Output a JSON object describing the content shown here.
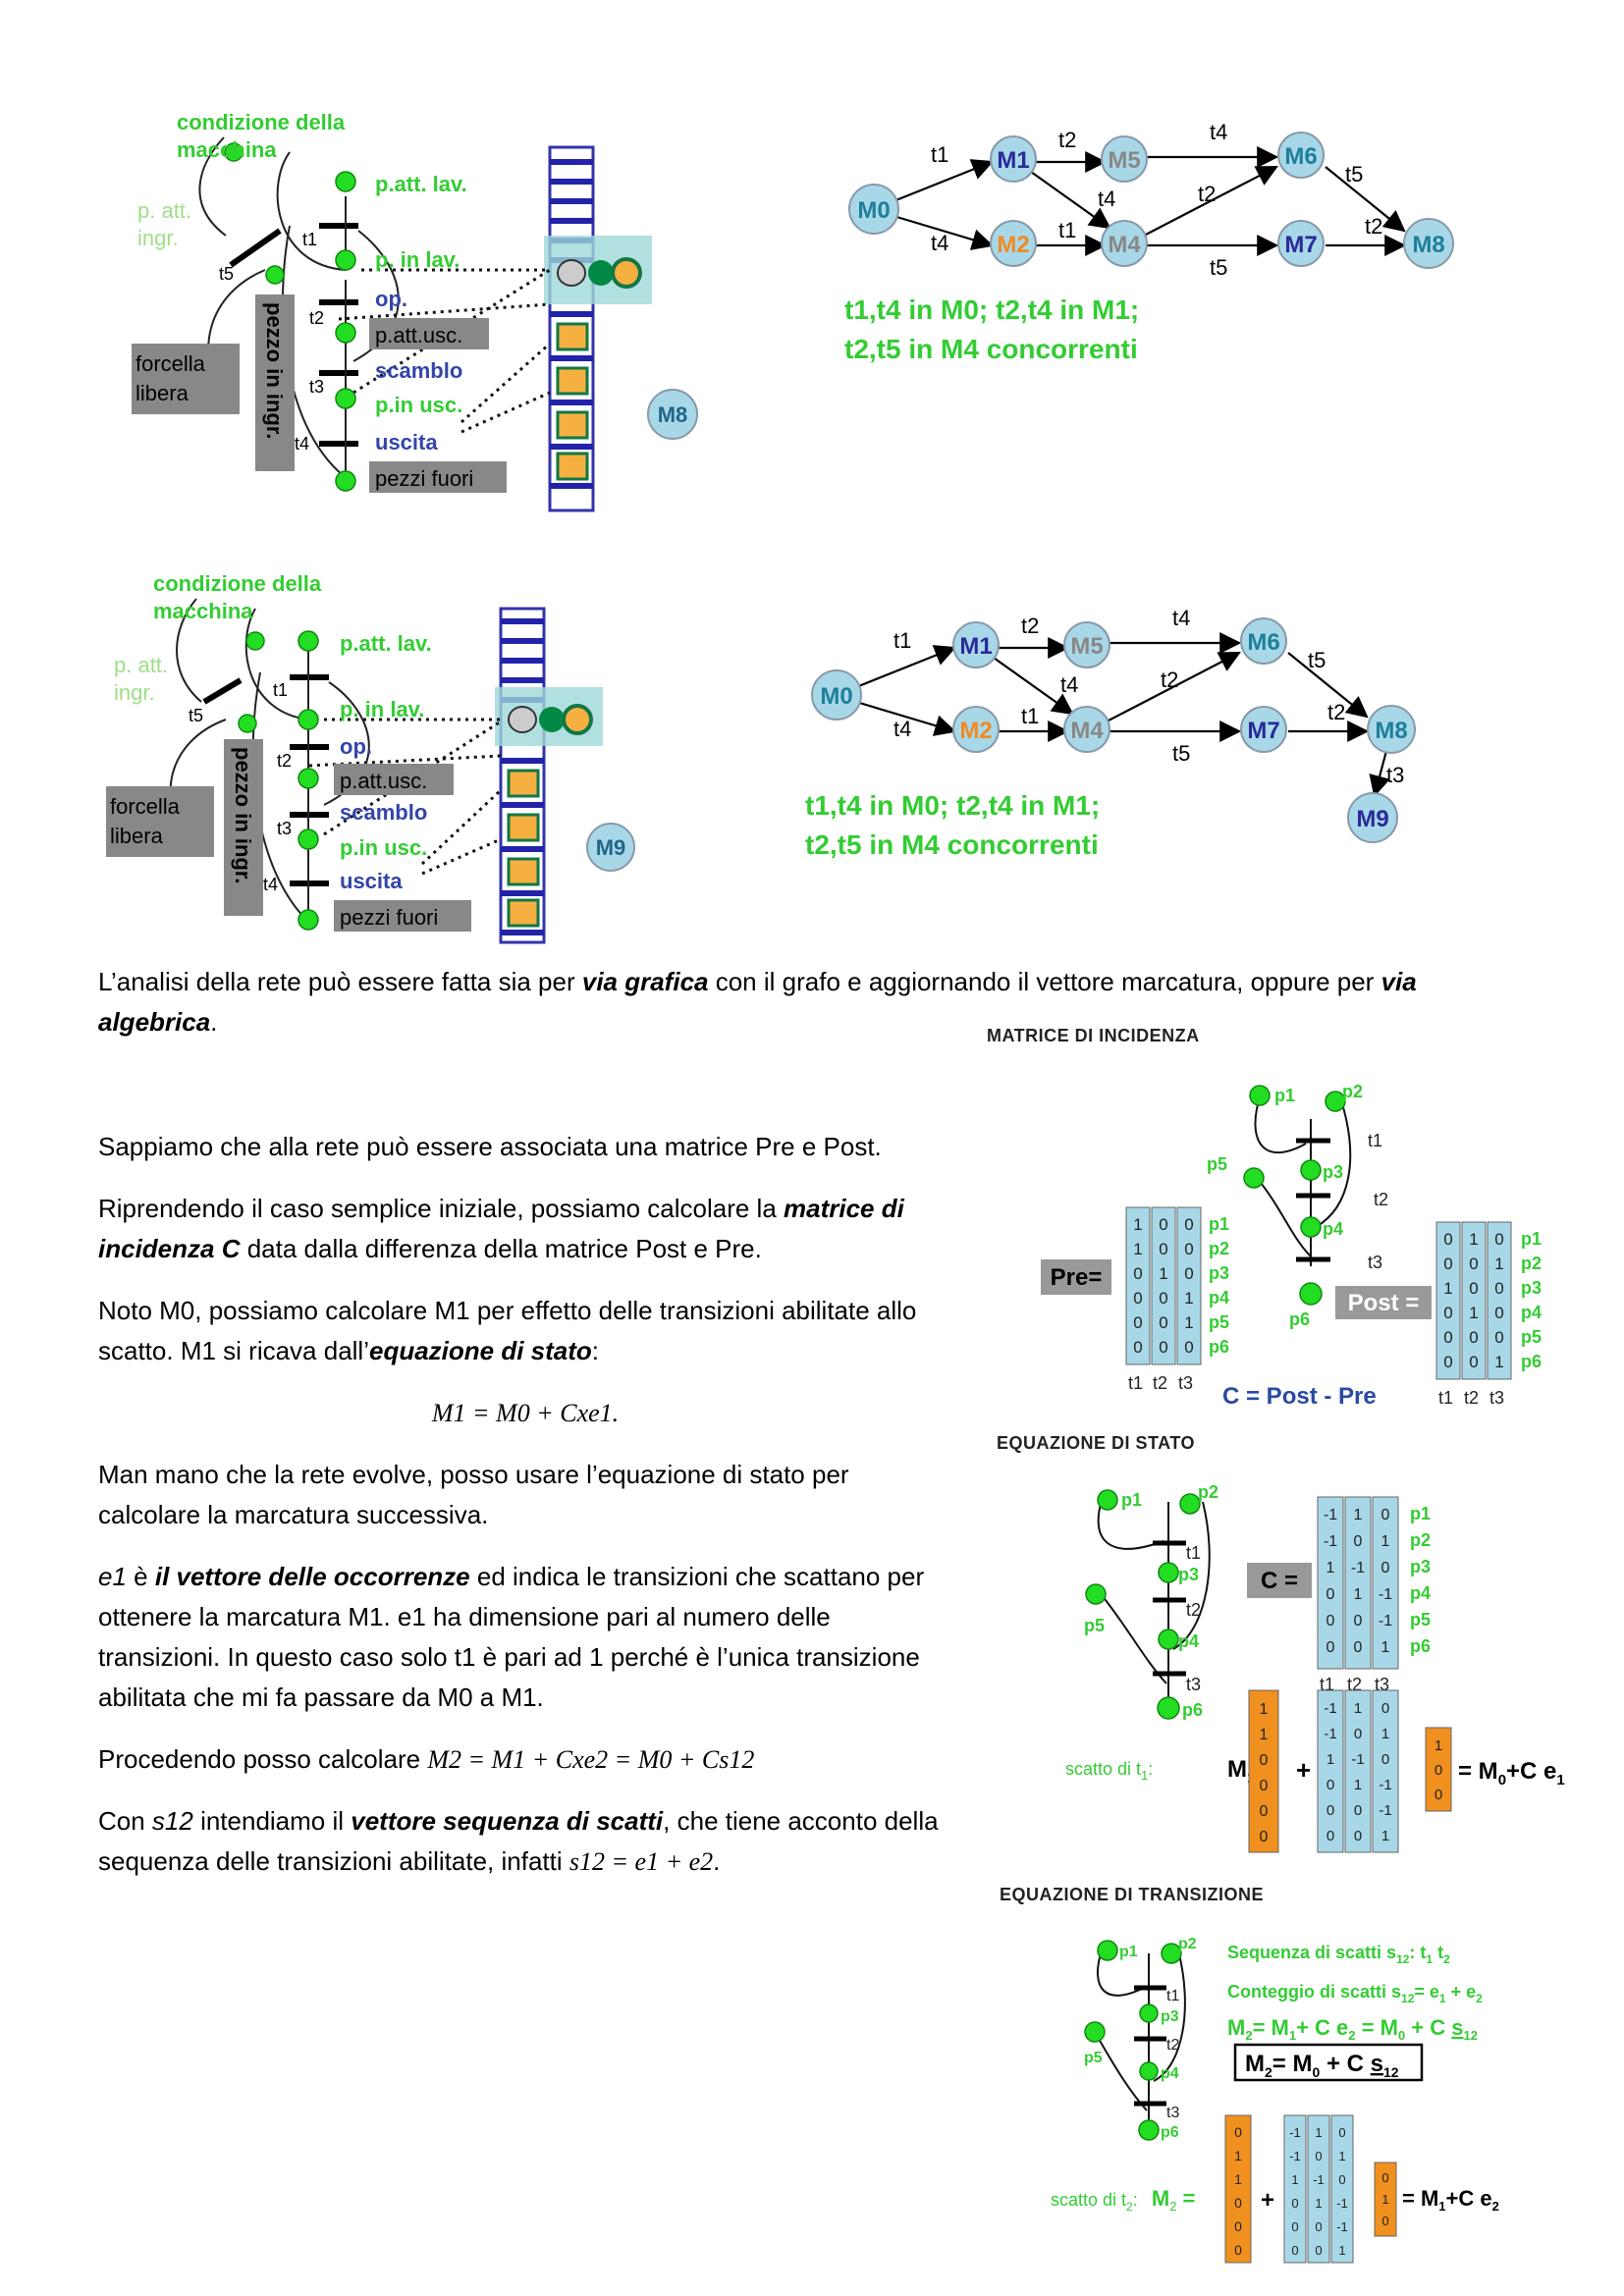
{
  "diagram1": {
    "cond_label": [
      "condizione della",
      "macchina"
    ],
    "p_att_ingr": [
      "p. att.",
      "ingr."
    ],
    "places": [
      "p.att. lav.",
      "p. in lav.",
      "op.",
      "p.att.usc.",
      "scamblo",
      "p.in usc.",
      "uscita",
      "pezzi fuori"
    ],
    "forcella": [
      "forcella",
      "libera"
    ],
    "pezzo": "pezzo in ingr.",
    "t1": "t1",
    "t2": "t2",
    "t3": "t3",
    "t4": "t4",
    "t5": "t5",
    "state": "M8"
  },
  "diagram2": {
    "state": "M9"
  },
  "graph1": {
    "nodes": [
      "M0",
      "M1",
      "M2",
      "M5",
      "M4",
      "M6",
      "M7",
      "M8"
    ],
    "edge_labels": [
      "t1",
      "t4",
      "t2",
      "t1",
      "t4",
      "t2",
      "t4",
      "t5",
      "t5",
      "t2"
    ],
    "caption1": "t1,t4 in M0; t2,t4 in M1;",
    "caption2": "t2,t5 in M4 concorrenti"
  },
  "graph2": {
    "extra_node": "M9",
    "extra_edge": "t3"
  },
  "text": {
    "p1_a": "L’analisi della rete può essere fatta sia per ",
    "p1_b": "via grafica",
    "p1_c": " con il grafo e aggiornando il vettore marcatura, oppure per ",
    "p1_d": "via algebrica",
    "p1_e": ".",
    "p2": "Sappiamo che alla rete può essere associata una matrice Pre e Post.",
    "p3_a": "Riprendendo il caso semplice iniziale, possiamo calcolare la ",
    "p3_b": "matrice di incidenza C",
    "p3_c": " data dalla differenza della matrice Post e Pre.",
    "p4_a": "Noto M0, possiamo calcolare M1 per effetto delle transizioni abilitate allo scatto. M1 si ricava dall’",
    "p4_b": "equazione di stato",
    "p4_c": ":",
    "eq1": "M1 = M0 + Cxe1.",
    "p5": "Man mano che la rete evolve, posso usare l’equazione di stato per calcolare la marcatura successiva.",
    "p6_a": "e1",
    "p6_b": " è ",
    "p6_c": "il vettore delle occorrenze",
    "p6_d": " ed indica le transizioni che scattano per ottenere la marcatura M1. e1 ha dimensione pari al numero delle transizioni. In questo caso solo t1 è pari ad 1 perché è l’unica transizione abilitata che mi fa passare da M0 a M1.",
    "p7_a": "Procedendo posso calcolare ",
    "p7_b": "M2  =  M1  +  Cxe2 = M0 + Cs12",
    "p8_a": "Con ",
    "p8_b": "s12",
    "p8_c": " intendiamo il ",
    "p8_d": "vettore sequenza di scatti",
    "p8_e": ", che tiene acconto della sequenza delle transizioni abilitate, infatti ",
    "p8_f": "s12 = e1 + e2",
    "p8_g": "."
  },
  "incidence": {
    "title": "MATRICE DI INCIDENZA",
    "pre_label": "Pre=",
    "post_label": "Post =",
    "c_label": "C = Post - Pre",
    "places": [
      "p1",
      "p2",
      "p3",
      "p4",
      "p5",
      "p6"
    ],
    "trans": [
      "t1",
      "t2",
      "t3"
    ],
    "pre": [
      [
        "1",
        "0",
        "0"
      ],
      [
        "1",
        "0",
        "0"
      ],
      [
        "0",
        "1",
        "0"
      ],
      [
        "0",
        "0",
        "1"
      ],
      [
        "0",
        "0",
        "1"
      ],
      [
        "0",
        "0",
        "0"
      ]
    ],
    "post": [
      [
        "0",
        "1",
        "0"
      ],
      [
        "0",
        "0",
        "1"
      ],
      [
        "1",
        "0",
        "0"
      ],
      [
        "0",
        "1",
        "0"
      ],
      [
        "0",
        "0",
        "0"
      ],
      [
        "0",
        "0",
        "1"
      ]
    ]
  },
  "state_eq": {
    "title": "EQUAZIONE DI STATO",
    "c_label": "C =",
    "c": [
      [
        "-1",
        "1",
        "0"
      ],
      [
        "-1",
        "0",
        "1"
      ],
      [
        "1",
        "-1",
        "0"
      ],
      [
        "0",
        "1",
        "-1"
      ],
      [
        "0",
        "0",
        "-1"
      ],
      [
        "0",
        "0",
        "1"
      ]
    ],
    "scatto": "scatto di t",
    "m1_label": "M",
    "m1": [
      "1",
      "1",
      "0",
      "0",
      "0",
      "0"
    ],
    "e1": [
      "1",
      "0",
      "0"
    ],
    "result": "= M",
    "result2": "+C e"
  },
  "trans_eq": {
    "title": "EQUAZIONE DI TRANSIZIONE",
    "seq": "Sequenza di scatti s",
    "seq2": ": t",
    "count": "Conteggio di scatti s",
    "count2": "= e",
    "count3": " + e",
    "eq_a": "M",
    "box": "M",
    "scatto": "scatto di t",
    "m2": [
      "0",
      "1",
      "1",
      "0",
      "0",
      "0"
    ],
    "e2": [
      "0",
      "1",
      "0"
    ],
    "result": "= M",
    "result2": "+C e"
  }
}
